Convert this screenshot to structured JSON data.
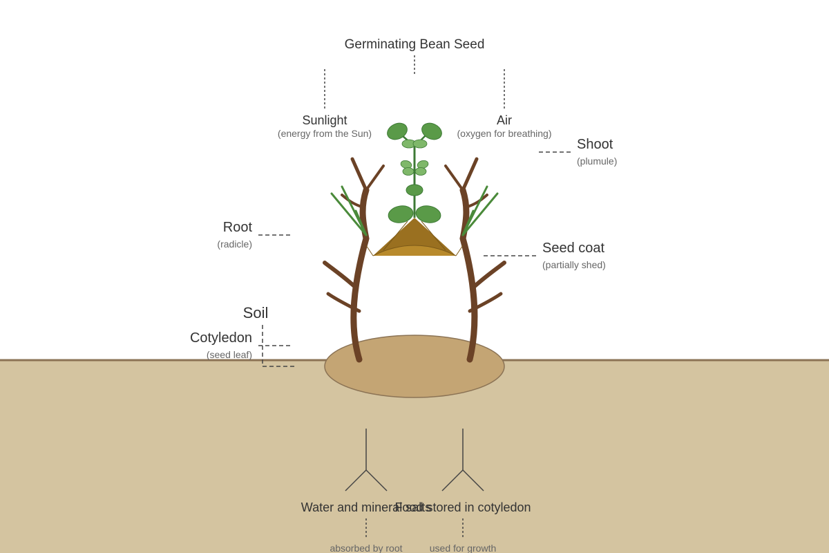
{
  "title": "Germinating Bean Seed",
  "labels": {
    "sunlight": {
      "name": "Sunlight",
      "note": "(energy from the Sun)"
    },
    "air": {
      "name": "Air",
      "note": "(oxygen for breathing)"
    },
    "shoot": {
      "name": "Shoot",
      "note": "(plumule)"
    },
    "root": {
      "name": "Root",
      "note": "(radicle)"
    },
    "seed_coat": {
      "name": "Seed coat",
      "note": "(partially shed)"
    },
    "soil": {
      "name": "Soil"
    },
    "cotyledon": {
      "name": "Cotyledon",
      "note": "(seed leaf)"
    },
    "water": {
      "name": "Water and mineral salts",
      "note": "absorbed by root"
    },
    "food": {
      "name": "Food stored in cotyledon",
      "note": "used for growth"
    }
  },
  "colors": {
    "soil": "#d4c4a0",
    "soil_line": "#8b7355",
    "seed": "#c4a574",
    "root": "#6b4226",
    "leaf": "#5a9a48",
    "leaf_light": "#7fb86a",
    "stem": "#3d7a35",
    "seed_coat": "#9a7020",
    "text": "#333333",
    "subtext": "#666666"
  }
}
